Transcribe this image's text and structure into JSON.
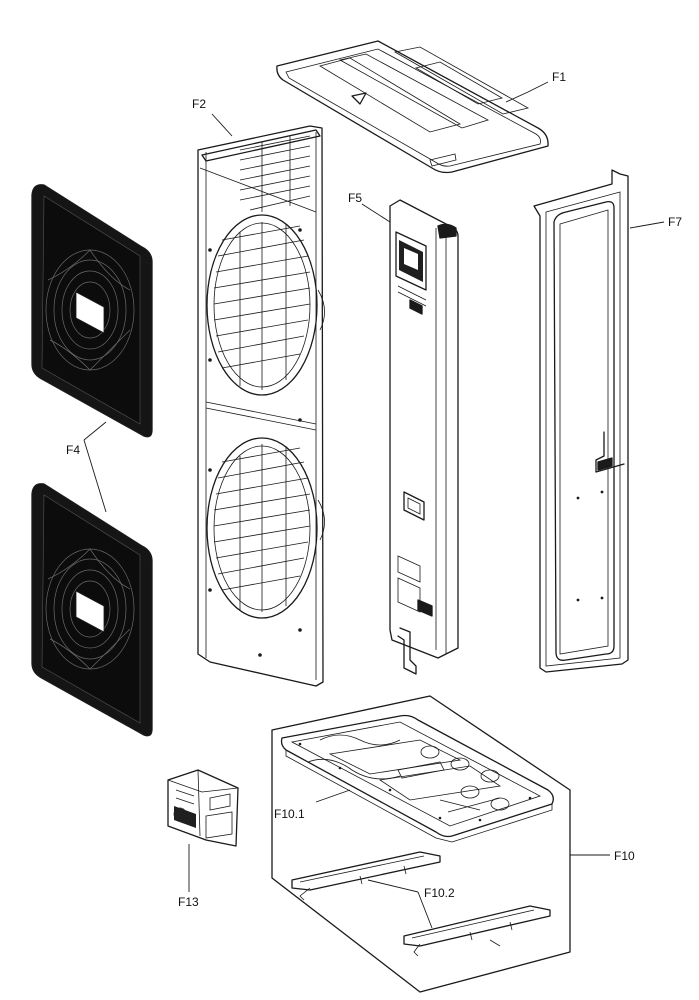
{
  "labels": {
    "f1": "F1",
    "f2": "F2",
    "f4": "F4",
    "f5": "F5",
    "f7": "F7",
    "f10": "F10",
    "f10_1": "F10.1",
    "f10_2": "F10.2",
    "f13": "F13"
  },
  "colors": {
    "line": "#1a1a1a",
    "dark": "#111111",
    "background": "#ffffff"
  }
}
